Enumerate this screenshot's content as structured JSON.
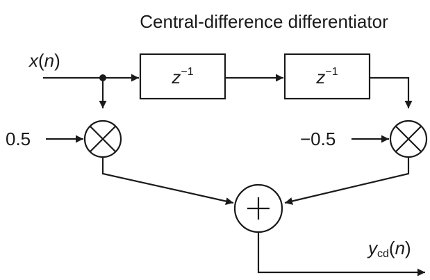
{
  "diagram": {
    "title": "Central-difference differentiator",
    "input": {
      "var": "x",
      "arg": "n"
    },
    "delays": [
      {
        "base": "z",
        "exponent": "−1"
      },
      {
        "base": "z",
        "exponent": "−1"
      }
    ],
    "coefficients": [
      "0.5",
      "−0.5"
    ],
    "output": {
      "var": "y",
      "subscript": "cd",
      "arg": "n"
    },
    "colors": {
      "stroke": "#1a1a1a",
      "background": "#ffffff"
    }
  }
}
